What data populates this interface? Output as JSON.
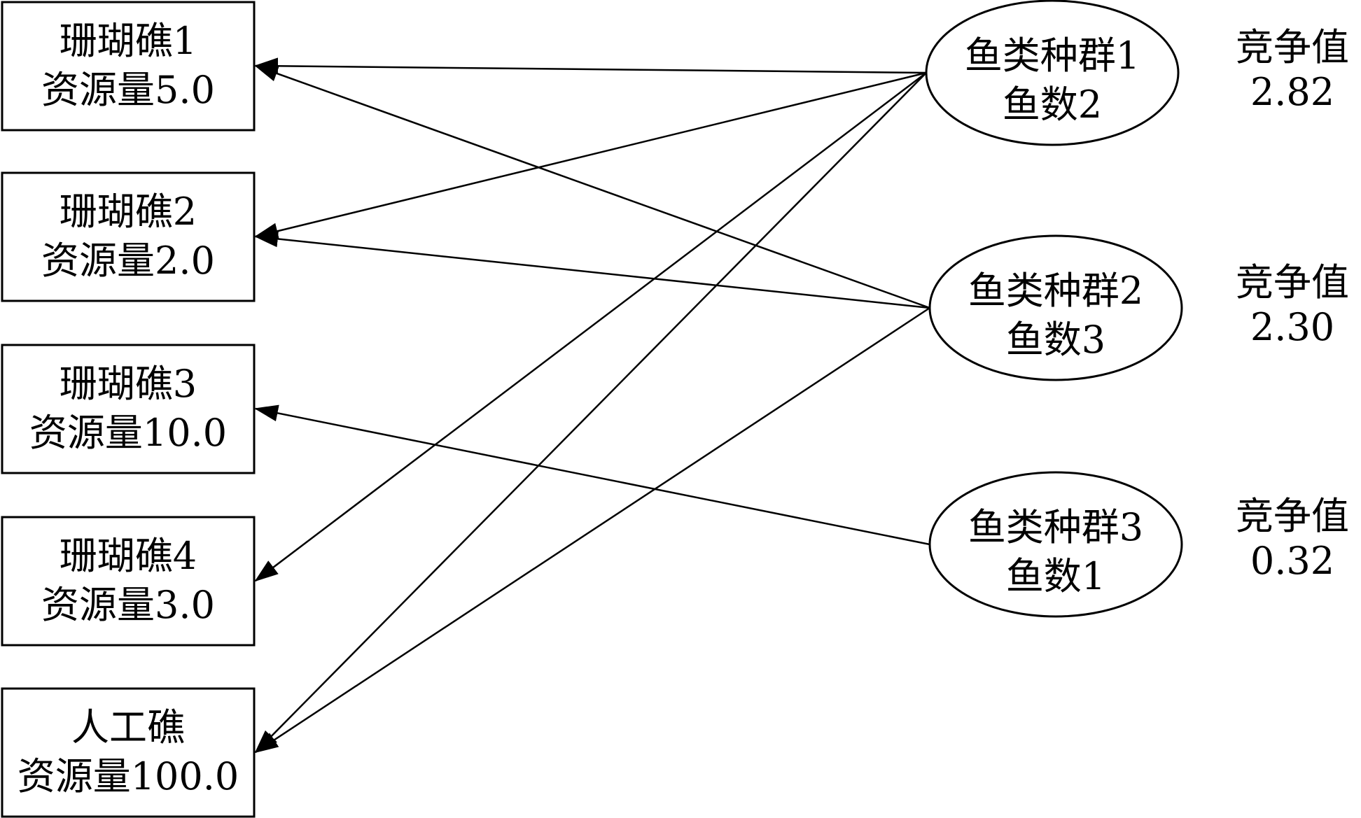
{
  "reefs": [
    {
      "id": "reef1",
      "name": "珊瑚礁1",
      "resource": "资源量5.0"
    },
    {
      "id": "reef2",
      "name": "珊瑚礁2",
      "resource": "资源量2.0"
    },
    {
      "id": "reef3",
      "name": "珊瑚礁3",
      "resource": "资源量10.0"
    },
    {
      "id": "reef4",
      "name": "珊瑚礁4",
      "resource": "资源量3.0"
    },
    {
      "id": "artificial",
      "name": "人工礁",
      "resource": "资源量100.0"
    }
  ],
  "fish": [
    {
      "id": "fish1",
      "name": "鱼类种群1",
      "count": "鱼数2",
      "competition_label": "竞争值",
      "competition_value": "2.82"
    },
    {
      "id": "fish2",
      "name": "鱼类种群2",
      "count": "鱼数3",
      "competition_label": "竞争值",
      "competition_value": "2.30"
    },
    {
      "id": "fish3",
      "name": "鱼类种群3",
      "count": "鱼数1",
      "competition_label": "竞争值",
      "competition_value": "0.32"
    }
  ],
  "edges": [
    {
      "from": "fish1",
      "to": "reef1"
    },
    {
      "from": "fish1",
      "to": "reef2"
    },
    {
      "from": "fish1",
      "to": "reef4"
    },
    {
      "from": "fish1",
      "to": "artificial"
    },
    {
      "from": "fish2",
      "to": "reef1"
    },
    {
      "from": "fish2",
      "to": "reef2"
    },
    {
      "from": "fish2",
      "to": "artificial"
    },
    {
      "from": "fish3",
      "to": "reef3"
    }
  ]
}
